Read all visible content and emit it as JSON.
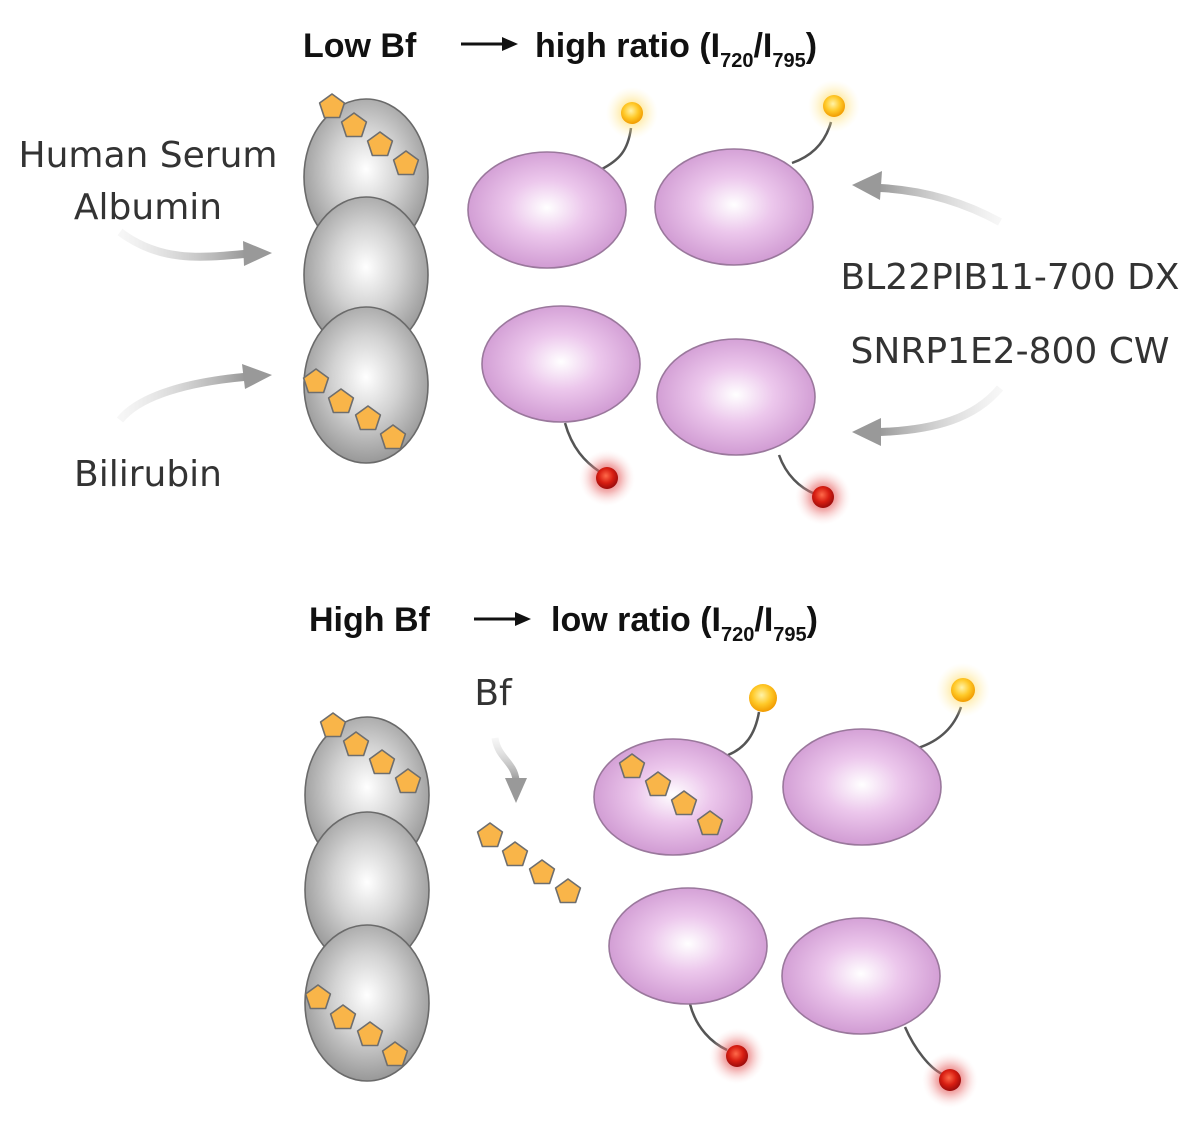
{
  "top_panel": {
    "title_left": "Low Bf",
    "title_right_prefix": "high ratio (I",
    "sub1": "720",
    "slash": "/I",
    "sub2": "795",
    "close": ")"
  },
  "bottom_panel": {
    "title_left": "High Bf",
    "title_right_prefix": "low ratio (I",
    "sub1": "720",
    "slash": "/I",
    "sub2": "795",
    "close": ")"
  },
  "labels": {
    "hsa_line1": "Human Serum",
    "hsa_line2": "Albumin",
    "bilirubin": "Bilirubin",
    "probe_700": "BL22PIB11-700 DX",
    "probe_800": "SNRP1E2-800 CW",
    "bf": "Bf"
  },
  "colors": {
    "bilirubin": "#f9b549",
    "albumin": "#bdbdbd",
    "protein": "#e2b4e4",
    "dye_700": "#f5a800",
    "dye_800": "#c41e1e"
  }
}
